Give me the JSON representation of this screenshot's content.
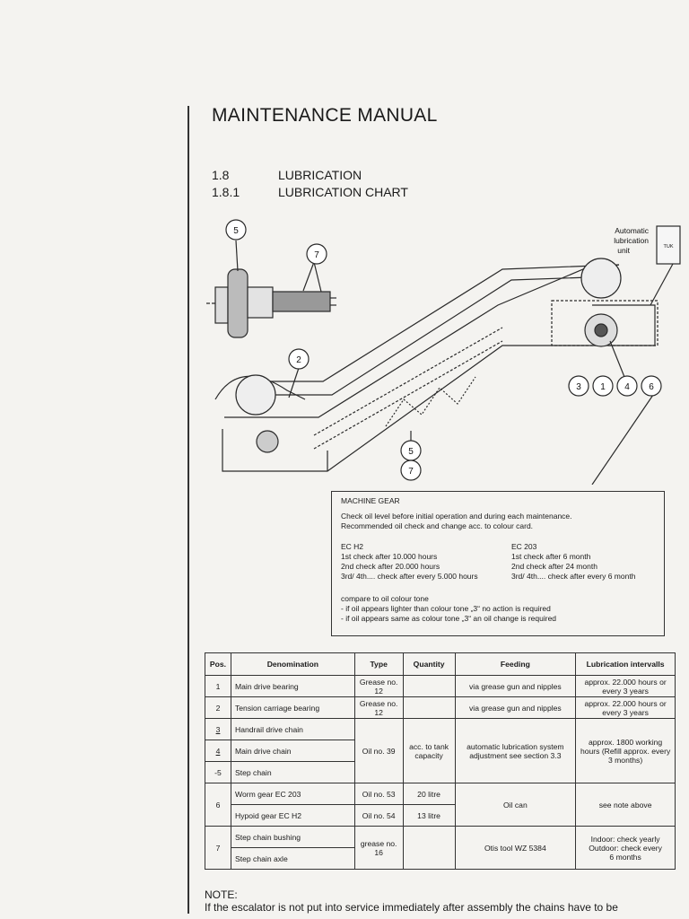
{
  "header": {
    "title": "MAINTENANCE MANUAL"
  },
  "sections": [
    {
      "num": "1.8",
      "title": "LUBRICATION"
    },
    {
      "num": "1.8.1",
      "title": "LUBRICATION CHART"
    }
  ],
  "diagram": {
    "auto_unit": [
      "Automatic",
      "lubrication",
      "unit"
    ],
    "unit_badge": "TUK",
    "callouts": [
      "5",
      "7",
      "2",
      "3",
      "1",
      "4",
      "6",
      "5",
      "7"
    ]
  },
  "machine_gear": {
    "title": "MACHINE GEAR",
    "intro": [
      "Check oil level before initial operation and during each maintenance.",
      "Recommended oil check and change acc. to colour card."
    ],
    "ec_h2": {
      "title": "EC H2",
      "lines": [
        "1st check after   10.000 hours",
        "2nd check after   20.000 hours",
        "3rd/ 4th....  check after every 5.000 hours"
      ]
    },
    "ec_203": {
      "title": "EC 203",
      "lines": [
        "1st check after   6 month",
        "2nd check after 24 month",
        "3rd/ 4th....  check after every 6 month"
      ]
    },
    "compare": [
      "compare to oil colour tone",
      "- if oil appears lighter than colour tone „3“ no action is required",
      "- if oil appears same as colour tone „3“ an oil change is required"
    ]
  },
  "table": {
    "headers": [
      "Pos.",
      "Denomination",
      "Type",
      "Quantity",
      "Feeding",
      "Lubrication intervalls"
    ],
    "r1": {
      "pos": "1",
      "name": "Main drive bearing",
      "type": "Grease no. 12",
      "qty": "",
      "feed": "via grease gun and nipples",
      "interval": "approx. 22.000 hours or every 3 years"
    },
    "r2": {
      "pos": "2",
      "name": "Tension carriage bearing",
      "type": "Grease no. 12",
      "qty": "",
      "feed": "via grease gun and nipples",
      "interval": "approx. 22.000 hours or every 3 years"
    },
    "g3": {
      "pos3": "3",
      "name3": "Handrail drive chain",
      "pos4": "4",
      "name4": "Main drive chain",
      "pos5": "-5",
      "name5": "Step chain",
      "type": "Oil no. 39",
      "qty": "acc. to tank capacity",
      "feed": "automatic lubrication system adjustment see section 3.3",
      "interval": "approx. 1800 working hours (Refill approx. every 3 months)"
    },
    "g6": {
      "pos": "6",
      "name_a": "Worm gear EC 203",
      "type_a": "Oil no. 53",
      "qty_a": "20 litre",
      "name_b": "Hypoid gear EC H2",
      "type_b": "Oil no. 54",
      "qty_b": "13 litre",
      "feed": "Oil can",
      "interval": "see note above"
    },
    "g7": {
      "pos": "7",
      "name_a": "Step chain bushing",
      "name_b": "Step chain axle",
      "type": "grease no. 16",
      "feed": "Otis tool WZ 5384",
      "interval_a": "Indoor:  check yearly",
      "interval_b": "Outdoor:  check every",
      "interval_c": "6 months"
    }
  },
  "note": {
    "head": "NOTE:",
    "body": "If the escalator is not put into service immediately after assembly the chains have to be"
  }
}
